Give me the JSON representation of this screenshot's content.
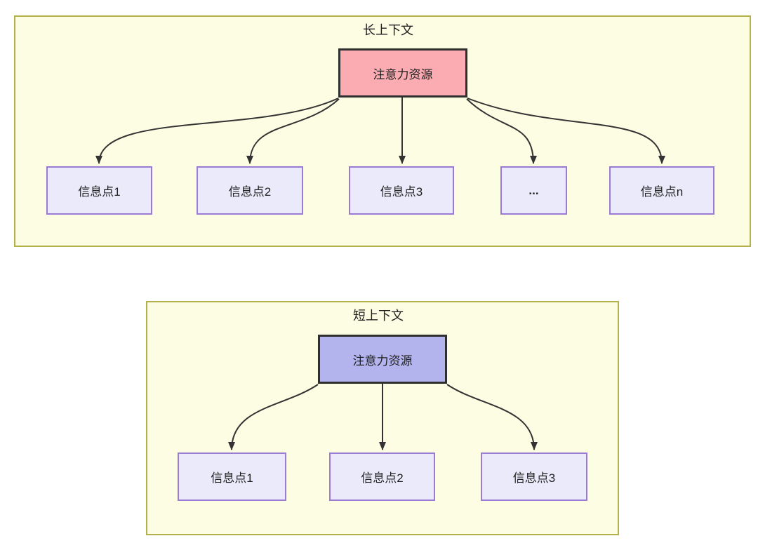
{
  "sections": {
    "long": {
      "title": "长上下文",
      "attention_label": "注意力资源",
      "items": [
        {
          "label": "信息点1"
        },
        {
          "label": "信息点2"
        },
        {
          "label": "信息点3"
        },
        {
          "label": "..."
        },
        {
          "label": "信息点n"
        }
      ]
    },
    "short": {
      "title": "短上下文",
      "attention_label": "注意力资源",
      "items": [
        {
          "label": "信息点1"
        },
        {
          "label": "信息点2"
        },
        {
          "label": "信息点3"
        }
      ]
    }
  },
  "colors": {
    "container_fill": "#FDFDE4",
    "container_border": "#B2B14A",
    "attention_long_fill": "#FBACB2",
    "attention_short_fill": "#B3B4EE",
    "attention_border": "#2F2F2F",
    "info_fill": "#EAEAFB",
    "info_border": "#9B7AD4",
    "arrow": "#333333",
    "text": "#1F1F1F"
  }
}
